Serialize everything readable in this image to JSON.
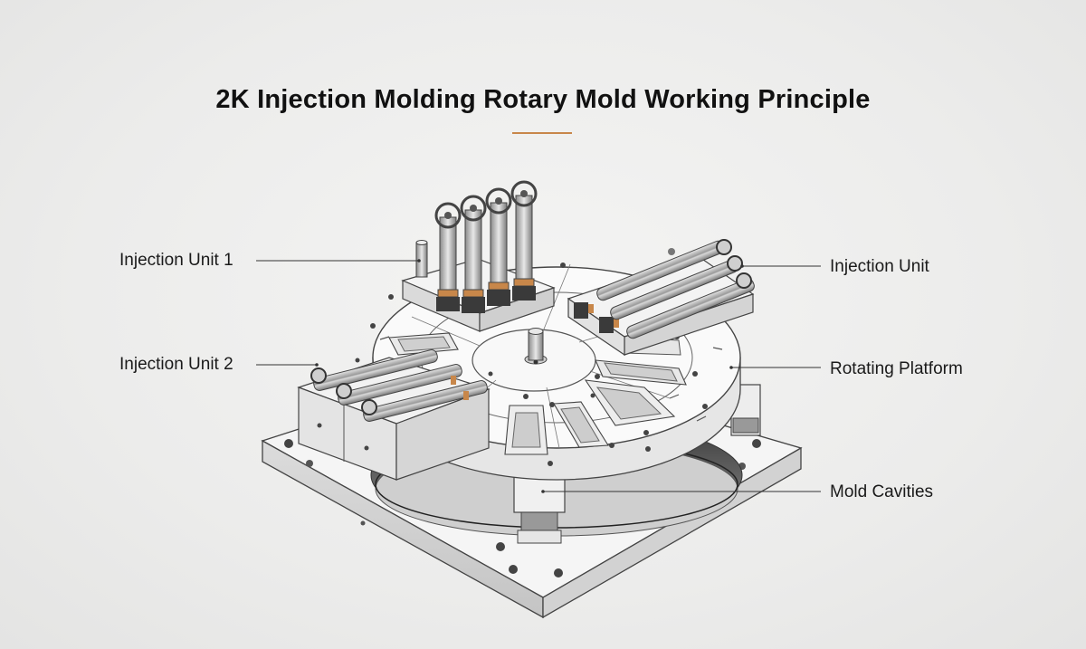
{
  "title": "2K Injection Molding Rotary Mold Working Principle",
  "accent_color": "#c8874a",
  "labels": {
    "injection_unit_1": "Injection Unit 1",
    "injection_unit_2": "Injection Unit 2",
    "injection_unit": "Injection Unit",
    "rotating_platform": "Rotating Platform",
    "mold_cavities": "Mold Cavities"
  }
}
